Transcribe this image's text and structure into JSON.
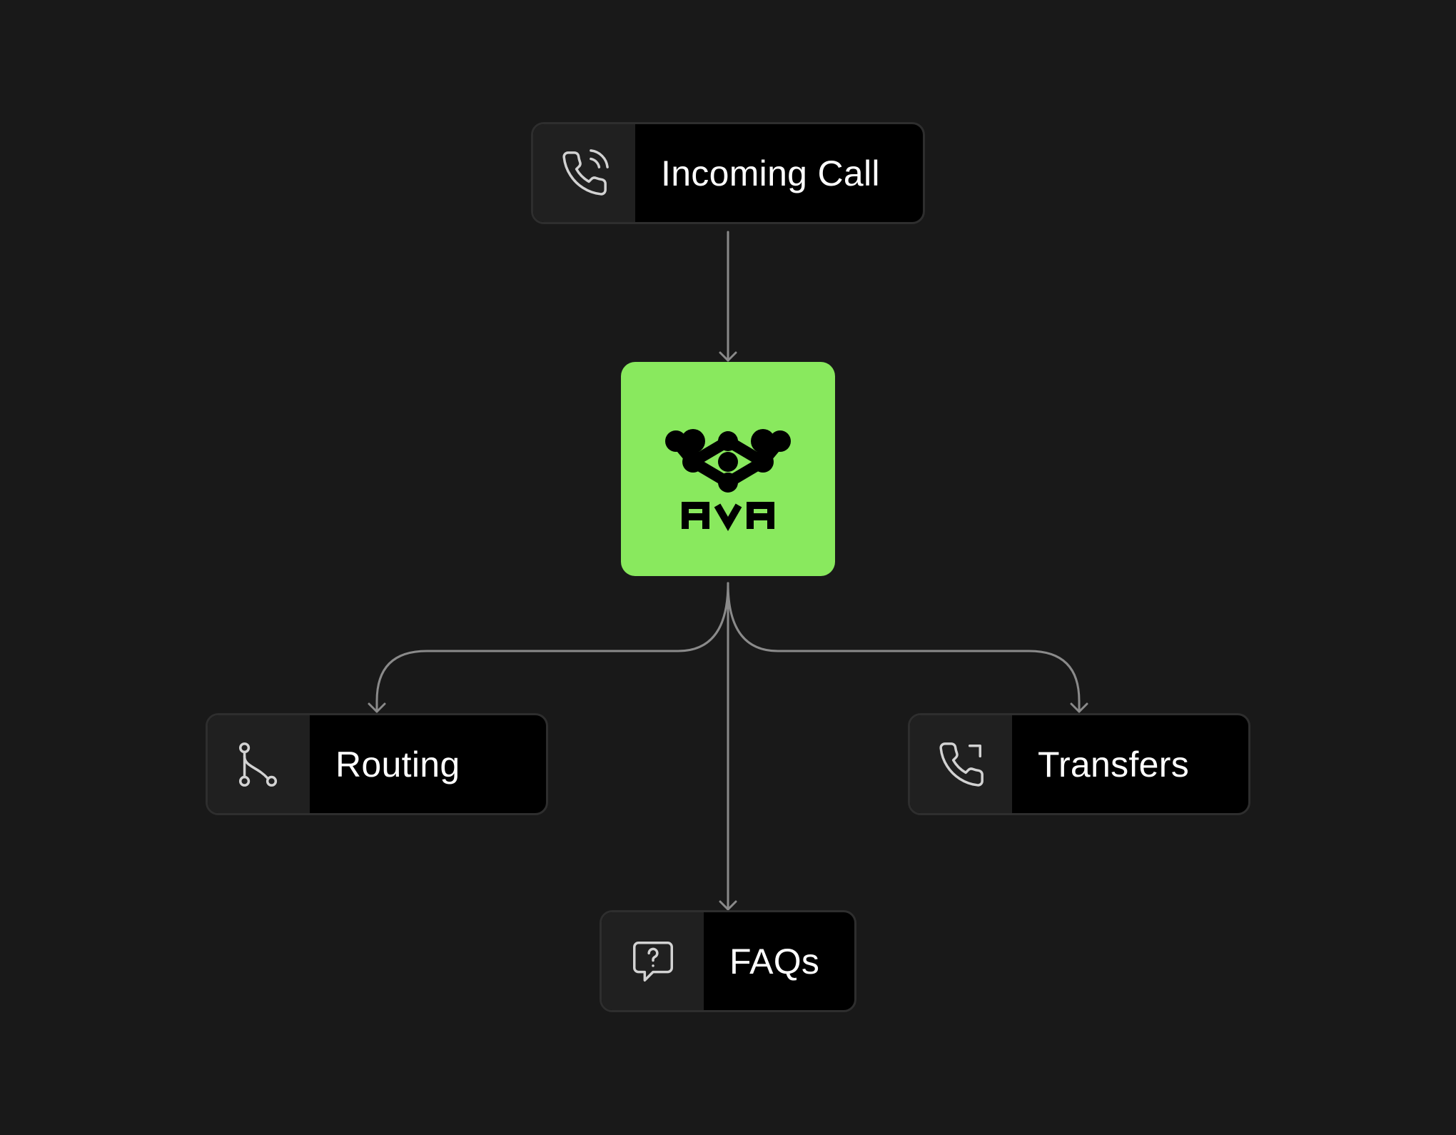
{
  "theme": {
    "background": "#191919",
    "node_fill": "#000000",
    "icon_cell_fill": "#202020",
    "node_border": "#2e2e2e",
    "connector": "#8a8a8a",
    "accent": "#89e95e"
  },
  "center": {
    "logo_text": "AVA",
    "logo_icon": "ava-node-mark-icon"
  },
  "nodes": {
    "incoming_call": {
      "label": "Incoming Call",
      "icon": "phone-ringing-icon"
    },
    "routing": {
      "label": "Routing",
      "icon": "git-branch-icon"
    },
    "transfers": {
      "label": "Transfers",
      "icon": "phone-forward-icon"
    },
    "faqs": {
      "label": "FAQs",
      "icon": "question-chat-icon"
    }
  }
}
